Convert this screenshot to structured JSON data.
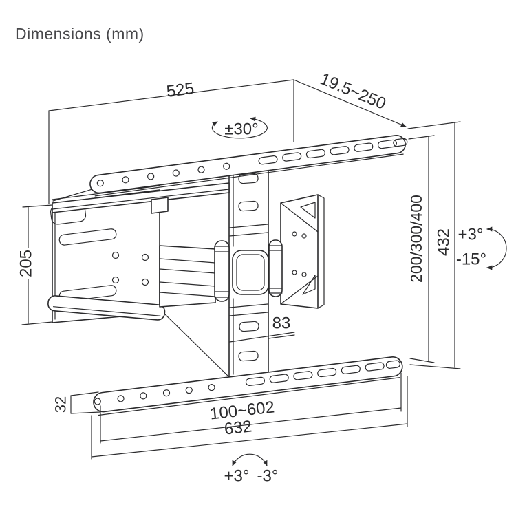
{
  "title": "Dimensions (mm)",
  "colors": {
    "background": "#ffffff",
    "line": "#2b2b2d",
    "label_text": "#2b2b2d",
    "title_text": "#47474a"
  },
  "diagram": {
    "type": "technical-dimension-drawing",
    "subject": "full-motion TV wall mount bracket",
    "unit": "mm",
    "labels": {
      "rail_width_top": "525",
      "extension_depth": "19.5~250",
      "swivel_range": "±30°",
      "vesa_vertical_options": "200/300/400",
      "overall_height": "432",
      "tilt_up": "+3°",
      "tilt_down": "-15°",
      "plate_height": "205",
      "column_width": "83",
      "rail_thickness": "32",
      "mounting_width_range": "100~602",
      "overall_width": "632",
      "level_adjust_plus": "+3°",
      "level_adjust_minus": "-3°"
    }
  }
}
